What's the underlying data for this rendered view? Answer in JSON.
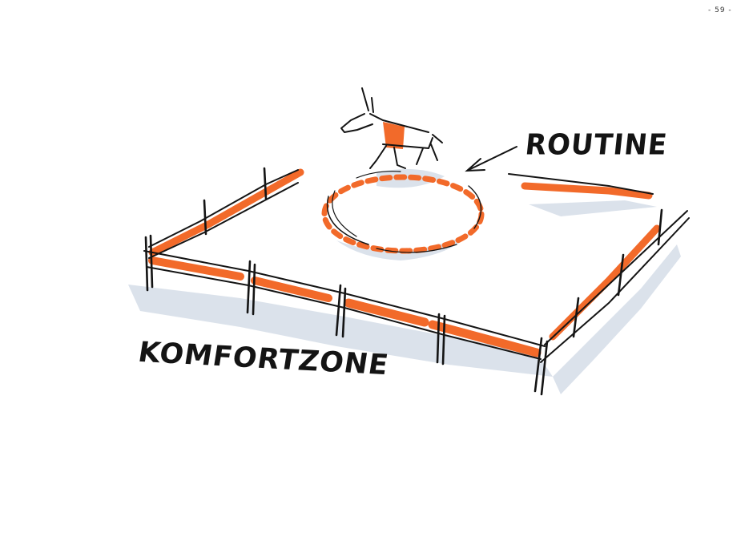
{
  "page_number": "- 59 -",
  "labels": {
    "routine": "Routine",
    "comfort_zone": "Komfortzone"
  },
  "colors": {
    "ink": "#141414",
    "marker_orange": "#f26a2a",
    "shadow_blue": "#d5dde8",
    "paper": "#ffffff"
  }
}
